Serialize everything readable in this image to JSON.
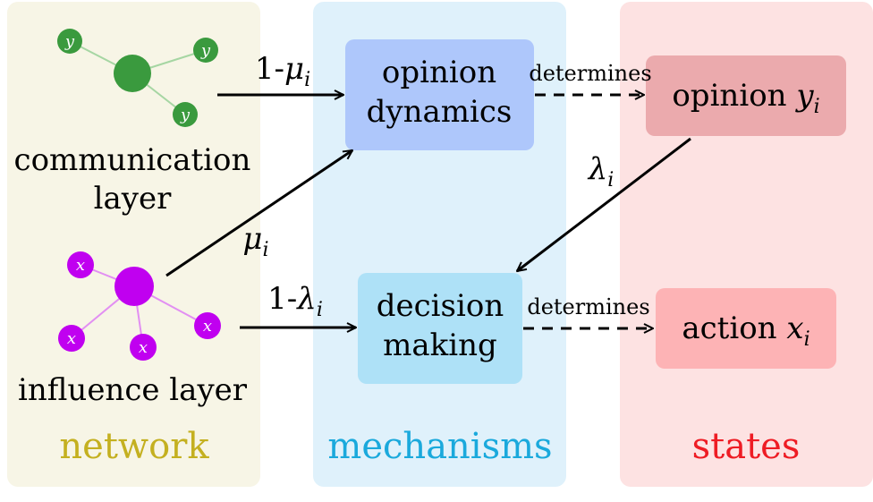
{
  "columns": {
    "network": "network",
    "mechanisms": "mechanisms",
    "states": "states"
  },
  "layers": {
    "communication_line1": "communication",
    "communication_line2": "layer",
    "influence": "influence layer"
  },
  "node_labels": {
    "communication": "y",
    "influence": "x"
  },
  "mechanisms": {
    "opinion_line1": "opinion",
    "opinion_line2": "dynamics",
    "decision_line1": "decision",
    "decision_line2": "making"
  },
  "states": {
    "opinion_word": "opinion",
    "opinion_var": "y",
    "opinion_sub": "i",
    "action_word": "action",
    "action_var": "x",
    "action_sub": "i"
  },
  "edge_labels": {
    "one_minus": "1-",
    "mu": "μ",
    "lambda": "λ",
    "sub": "i",
    "determines_top": "determines",
    "determines_bottom": "determines"
  },
  "colors": {
    "network_bg": "#f7f5e6",
    "mechanisms_bg": "#dff1fb",
    "states_bg": "#fde2e2",
    "network_title": "#c4b020",
    "mechanisms_title": "#1aa9dc",
    "states_title": "#ee1c24",
    "green_node": "#3a9a3e",
    "green_edge": "#a6d6a3",
    "magenta_node": "#c000f0",
    "magenta_edge": "#e28ff2",
    "opinion_box": "#aec7fb",
    "decision_box": "#aee1f7",
    "state_opinion_box": "#ebaaad",
    "state_action_box": "#fdb3b5"
  }
}
